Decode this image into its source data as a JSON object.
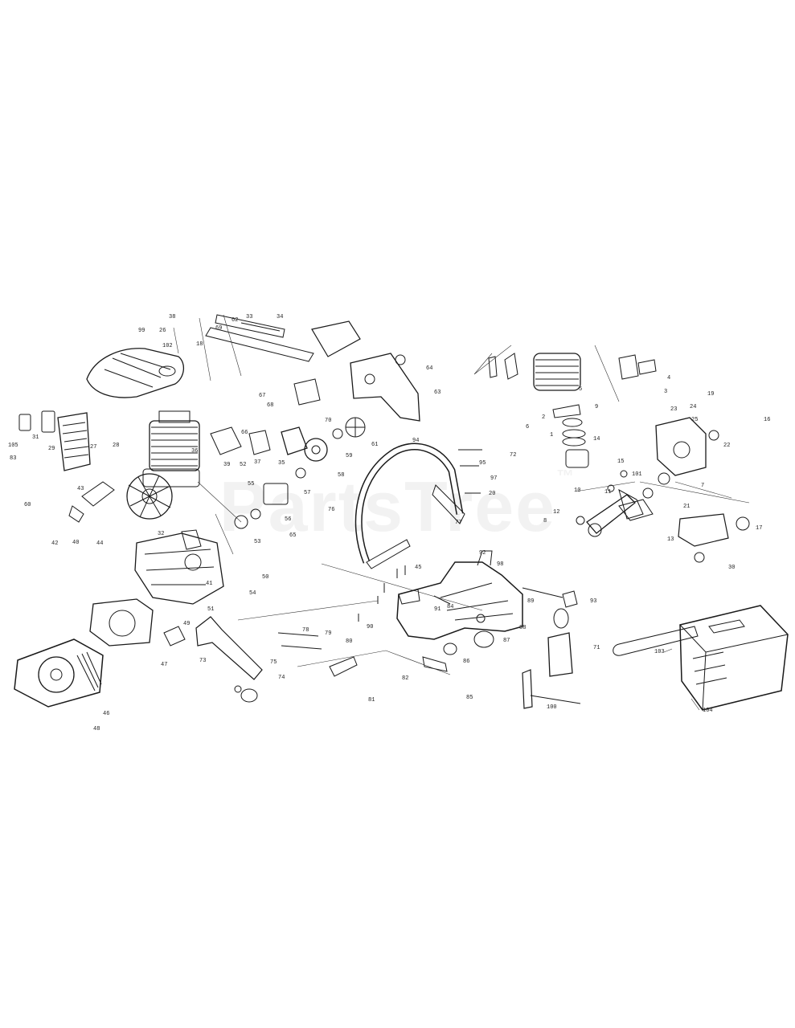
{
  "watermark": {
    "text": "PartsTree",
    "mark": "™"
  },
  "colors": {
    "ink": "#1a1a1a",
    "paper": "#ffffff",
    "watermark": "#000000"
  },
  "callouts": [
    {
      "id": "c1",
      "t": "34"
    },
    {
      "id": "c2",
      "t": "33"
    },
    {
      "id": "c3",
      "t": "55"
    },
    {
      "id": "c4",
      "t": "57"
    },
    {
      "id": "c5",
      "t": "58"
    },
    {
      "id": "c6",
      "t": "59"
    },
    {
      "id": "c7",
      "t": "61"
    },
    {
      "id": "c8",
      "t": "64"
    },
    {
      "id": "c9",
      "t": "63"
    },
    {
      "id": "c10",
      "t": "93"
    },
    {
      "id": "c11",
      "t": "71"
    },
    {
      "id": "c12",
      "t": "104"
    },
    {
      "id": "c13",
      "t": "103"
    },
    {
      "id": "c14",
      "t": "100"
    },
    {
      "id": "c15",
      "t": "85"
    },
    {
      "id": "c16",
      "t": "86"
    },
    {
      "id": "c17",
      "t": "87"
    },
    {
      "id": "c18",
      "t": "88"
    },
    {
      "id": "c19",
      "t": "89"
    },
    {
      "id": "c20",
      "t": "81"
    },
    {
      "id": "c21",
      "t": "82"
    },
    {
      "id": "c22",
      "t": "84"
    },
    {
      "id": "c23",
      "t": "75"
    },
    {
      "id": "c24",
      "t": "74"
    },
    {
      "id": "c25",
      "t": "73"
    },
    {
      "id": "c26",
      "t": "47"
    },
    {
      "id": "c27",
      "t": "46"
    },
    {
      "id": "c28",
      "t": "48"
    },
    {
      "id": "c29",
      "t": "49"
    },
    {
      "id": "c30",
      "t": "50"
    },
    {
      "id": "c31",
      "t": "51"
    },
    {
      "id": "c32",
      "t": "54"
    },
    {
      "id": "c33",
      "t": "45"
    },
    {
      "id": "c34",
      "t": "94"
    },
    {
      "id": "c35",
      "t": "95"
    },
    {
      "id": "c36",
      "t": "97"
    },
    {
      "id": "c37",
      "t": "20"
    },
    {
      "id": "c38",
      "t": "22"
    },
    {
      "id": "c39",
      "t": "23"
    },
    {
      "id": "c40",
      "t": "25"
    },
    {
      "id": "c41",
      "t": "16"
    },
    {
      "id": "c42",
      "t": "17"
    },
    {
      "id": "c43",
      "t": "13"
    },
    {
      "id": "c44",
      "t": "11"
    },
    {
      "id": "c45",
      "t": "12"
    },
    {
      "id": "c46",
      "t": "10"
    },
    {
      "id": "c47",
      "t": "8"
    },
    {
      "id": "c48",
      "t": "6"
    },
    {
      "id": "c49",
      "t": "5"
    },
    {
      "id": "c50",
      "t": "4"
    },
    {
      "id": "c51",
      "t": "3"
    },
    {
      "id": "c52",
      "t": "2"
    },
    {
      "id": "c53",
      "t": "1"
    },
    {
      "id": "c54",
      "t": "30"
    },
    {
      "id": "c55",
      "t": "38"
    },
    {
      "id": "c56",
      "t": "36"
    },
    {
      "id": "c57",
      "t": "35"
    },
    {
      "id": "c58",
      "t": "37"
    },
    {
      "id": "c59",
      "t": "39"
    },
    {
      "id": "c60",
      "t": "52"
    },
    {
      "id": "c61",
      "t": "53"
    },
    {
      "id": "c62",
      "t": "56"
    },
    {
      "id": "c63",
      "t": "65"
    },
    {
      "id": "c64",
      "t": "66"
    },
    {
      "id": "c65",
      "t": "67"
    },
    {
      "id": "c66",
      "t": "68"
    },
    {
      "id": "c67",
      "t": "70"
    },
    {
      "id": "c68",
      "t": "72"
    },
    {
      "id": "c69",
      "t": "76"
    },
    {
      "id": "c70",
      "t": "77"
    },
    {
      "id": "c71",
      "t": "78"
    },
    {
      "id": "c72",
      "t": "79"
    },
    {
      "id": "c73",
      "t": "80"
    },
    {
      "id": "c74",
      "t": "90"
    },
    {
      "id": "c75",
      "t": "91"
    },
    {
      "id": "c76",
      "t": "92"
    },
    {
      "id": "c77",
      "t": "98"
    },
    {
      "id": "c78",
      "t": "99"
    },
    {
      "id": "c79",
      "t": "26"
    },
    {
      "id": "c80",
      "t": "27"
    },
    {
      "id": "c81",
      "t": "28"
    },
    {
      "id": "c82",
      "t": "29"
    },
    {
      "id": "c83",
      "t": "31"
    },
    {
      "id": "c84",
      "t": "32"
    },
    {
      "id": "c85",
      "t": "40"
    },
    {
      "id": "c86",
      "t": "41"
    },
    {
      "id": "c87",
      "t": "42"
    },
    {
      "id": "c88",
      "t": "43"
    },
    {
      "id": "c89",
      "t": "44"
    },
    {
      "id": "c90",
      "t": "60"
    },
    {
      "id": "c91",
      "t": "62"
    },
    {
      "id": "c92",
      "t": "69"
    },
    {
      "id": "c93",
      "t": "18"
    },
    {
      "id": "c94",
      "t": "19"
    },
    {
      "id": "c95",
      "t": "21"
    },
    {
      "id": "c96",
      "t": "24"
    },
    {
      "id": "c97",
      "t": "7"
    },
    {
      "id": "c98",
      "t": "9"
    },
    {
      "id": "c99",
      "t": "14"
    },
    {
      "id": "c100",
      "t": "15"
    },
    {
      "id": "c101",
      "t": "101"
    },
    {
      "id": "c102",
      "t": "102"
    },
    {
      "id": "c103",
      "t": "105"
    },
    {
      "id": "c104",
      "t": "83"
    }
  ]
}
